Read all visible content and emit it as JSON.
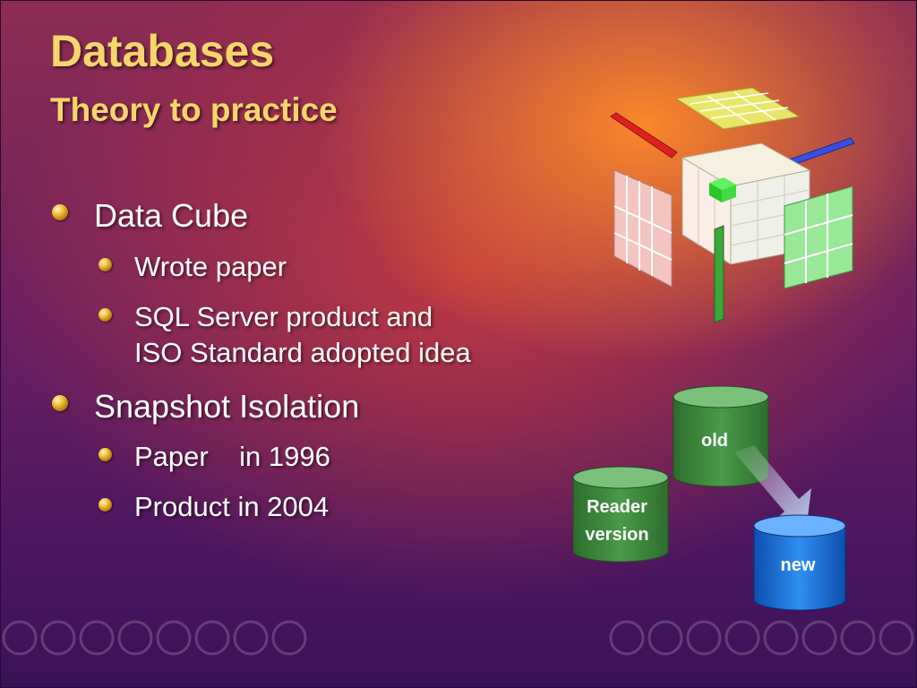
{
  "slide": {
    "title": "Databases",
    "subtitle": "Theory to practice",
    "bullets": [
      {
        "label": "Data Cube",
        "sub": [
          "Wrote paper",
          "SQL Server product and",
          "ISO Standard adopted idea"
        ]
      },
      {
        "label": "Snapshot Isolation",
        "sub": [
          "Paper    in 1996",
          "Product in 2004"
        ]
      }
    ]
  },
  "diagram": {
    "old_label": "old",
    "reader_label_1": "Reader",
    "reader_label_2": "version",
    "new_label": "new"
  },
  "colors": {
    "title": "#f6d66a",
    "green_cylinder": "#3c8c3c",
    "blue_cylinder": "#1a6fd8"
  }
}
